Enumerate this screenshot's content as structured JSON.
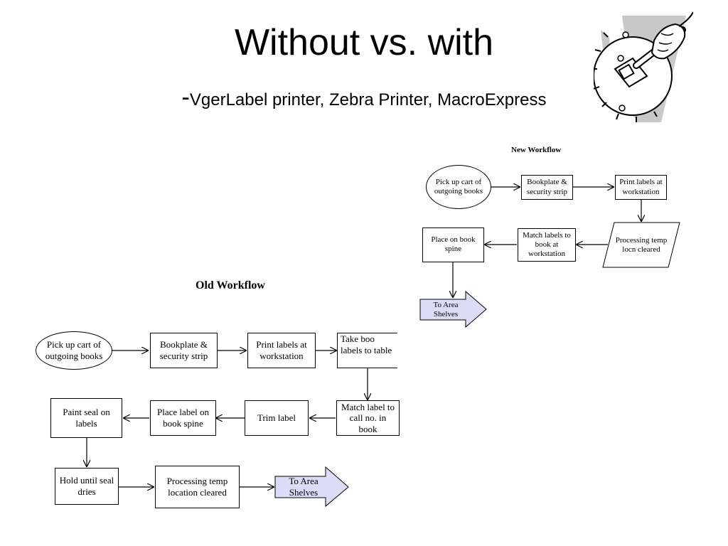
{
  "slide": {
    "title": "Without vs. with",
    "subtitle_dash": "-",
    "subtitle": "VgerLabel printer, Zebra Printer, MacroExpress"
  },
  "old_workflow": {
    "title": "Old Workflow",
    "steps": {
      "pick_up": "Pick up cart of outgoing books",
      "bookplate": "Bookplate & security strip",
      "print_labels": "Print labels at workstation",
      "take_books_line1": "Take boo",
      "take_books_line2": "labels to table",
      "match_label": "Match label  to call no. in book",
      "trim_label": "Trim label",
      "place_label": "Place label on book spine",
      "paint_seal": "Paint seal on labels",
      "hold_until": "Hold until seal dries",
      "processing": "Processing temp location cleared",
      "to_shelves": "To Area Shelves"
    }
  },
  "new_workflow": {
    "title": "New Workflow",
    "steps": {
      "pick_up": "Pick up cart of outgoing books",
      "bookplate": "Bookplate & security strip",
      "print_labels": "Print labels at workstation",
      "processing": "Processing temp locn cleared",
      "match_labels": "Match labels to book at workstation",
      "place_on_spine": "Place on book spine",
      "to_shelves": "To Area Shelves"
    }
  },
  "colors": {
    "arrow_fill": "#dcdcf8",
    "clipart_gray": "#c8c8c8"
  },
  "icons": {
    "clipart": "hand-holding-wrench-on-gear-icon"
  }
}
